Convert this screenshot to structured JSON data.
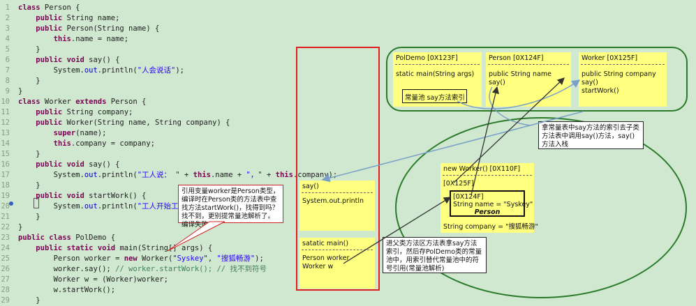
{
  "code": {
    "lines": [
      {
        "n": "1",
        "t": "class Person {"
      },
      {
        "n": "2",
        "t": "    public String name;"
      },
      {
        "n": "3",
        "t": "    public Person(String name) {"
      },
      {
        "n": "4",
        "t": "        this.name = name;"
      },
      {
        "n": "5",
        "t": "    }"
      },
      {
        "n": "6",
        "t": "    public void say() {"
      },
      {
        "n": "7",
        "t": "        System.out.println(\"人会说话\");"
      },
      {
        "n": "8",
        "t": "    }"
      },
      {
        "n": "9",
        "t": "}"
      },
      {
        "n": "10",
        "t": "class Worker extends Person {"
      },
      {
        "n": "11",
        "t": "    public String company;"
      },
      {
        "n": "12",
        "t": "    public Worker(String name, String company) {"
      },
      {
        "n": "13",
        "t": "        super(name);"
      },
      {
        "n": "14",
        "t": "        this.company = company;"
      },
      {
        "n": "15",
        "t": "    }"
      },
      {
        "n": "16",
        "t": "    public void say() {"
      },
      {
        "n": "17",
        "t": "        System.out.println(\"工人说： \" + this.name + \"，\" + this.company);"
      },
      {
        "n": "18",
        "t": "    }"
      },
      {
        "n": "19",
        "t": "    public void startWork() {"
      },
      {
        "n": "20",
        "t": "        System.out.println(\"工人开始工作\");"
      },
      {
        "n": "21",
        "t": "    }"
      },
      {
        "n": "22",
        "t": "}"
      },
      {
        "n": "23",
        "t": "public class PolDemo {"
      },
      {
        "n": "24",
        "t": "    public static void main(String[] args) {"
      },
      {
        "n": "25",
        "t": "        Person worker = new Worker(\"Syskey\", \"搜狐畅游\");"
      },
      {
        "n": "26",
        "t": "        worker.say(); // worker.startWork(); // 找不到符号"
      },
      {
        "n": "27",
        "t": "        Worker w = (Worker)worker;"
      },
      {
        "n": "28",
        "t": "        w.startWork();"
      },
      {
        "n": "29",
        "t": "    }"
      }
    ]
  },
  "callout_red": {
    "text": "引用变量worker是Person类型，编译时在Person类的方法表中查找方法startWork()，找得到吗？找不到，更别提常量池解析了。编译失败。"
  },
  "stack": {
    "say_frame": {
      "title": "say()",
      "line1": "System.out.println"
    },
    "main_frame": {
      "title": "satatic main()",
      "line1": "Person worker",
      "line2": "Worker w"
    }
  },
  "method_area": {
    "poldemo": {
      "title": "PolDemo [0X123F]",
      "line1": "static main(String args)",
      "pool_label": "常量池  say方法索引"
    },
    "person": {
      "title": "Person [0X124F]",
      "line1": "public String name",
      "line2": "say()"
    },
    "worker": {
      "title": "Worker [0X125F]",
      "line1": "public String company",
      "line2": "say()",
      "line3": "startWork()"
    }
  },
  "heap": {
    "obj": {
      "title": "new Worker() [0X110F]",
      "ref": "[0X125F]",
      "inner_ref": "[0X124F]",
      "inner_name": "String name = \"Syskey\"",
      "inner_type": "Person",
      "company": "String company = \"搜狐畅游\""
    }
  },
  "callouts": {
    "right": "拿常量表中say方法的索引去子类方法表中调用say()方法，say()方法入栈",
    "bottom": "进父类方法区方法表拿say方法索引，然后存PolDemo类的常量池中，用索引替代常量池中的符号引用(常量池解析)"
  },
  "colors": {
    "background": "#cfe8cf",
    "note": "#ffff80",
    "stack_border": "#e02020",
    "area_border": "#2a7a2a",
    "arrow": "#7aa0c8"
  }
}
